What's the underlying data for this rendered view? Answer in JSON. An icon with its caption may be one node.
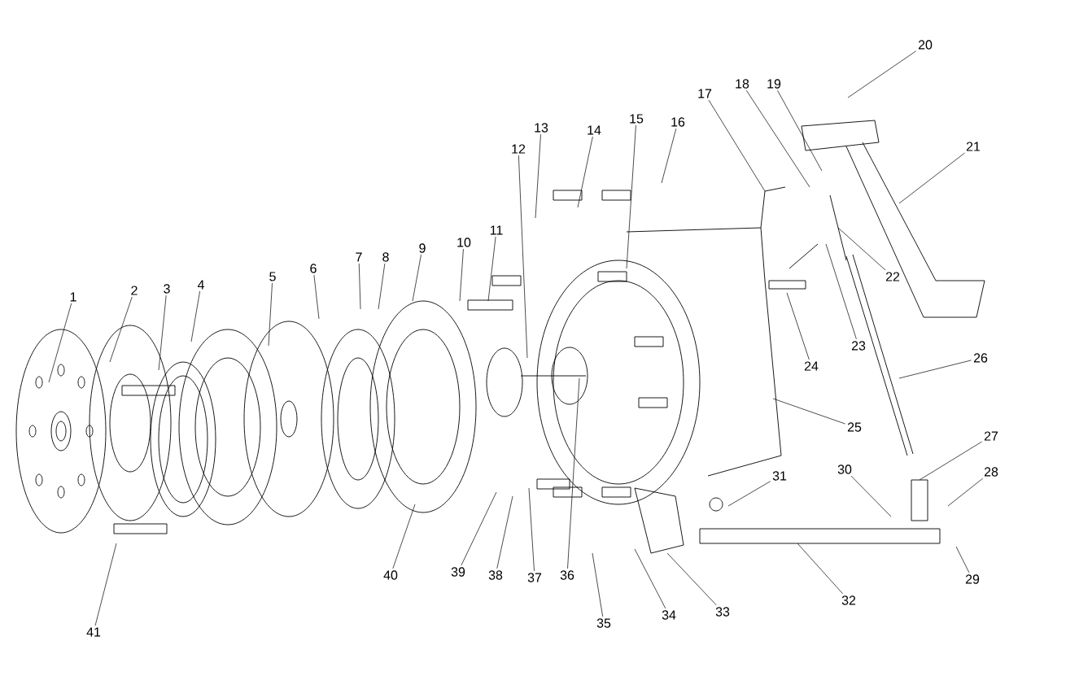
{
  "diagram": {
    "nodes": [
      {
        "text": [
          "1"
        ]
      },
      {
        "text": [
          "2"
        ]
      },
      {
        "text": [
          "3"
        ]
      },
      {
        "text": [
          "4"
        ]
      },
      {
        "text": [
          "5"
        ]
      },
      {
        "text": [
          "6"
        ]
      },
      {
        "text": [
          "7"
        ]
      },
      {
        "text": [
          "8"
        ]
      },
      {
        "text": [
          "9"
        ]
      },
      {
        "text": [
          "10"
        ]
      },
      {
        "text": [
          "11"
        ]
      },
      {
        "text": [
          "12"
        ]
      },
      {
        "text": [
          "13"
        ]
      },
      {
        "text": [
          "14"
        ]
      },
      {
        "text": [
          "15"
        ]
      },
      {
        "text": [
          "16"
        ]
      },
      {
        "text": [
          "17"
        ]
      },
      {
        "text": [
          "18"
        ]
      },
      {
        "text": [
          "19"
        ]
      },
      {
        "text": [
          "20"
        ]
      },
      {
        "text": [
          "21"
        ]
      },
      {
        "text": [
          "22"
        ]
      },
      {
        "text": [
          "23"
        ]
      },
      {
        "text": [
          "24"
        ]
      },
      {
        "text": [
          "25"
        ]
      },
      {
        "text": [
          "26"
        ]
      },
      {
        "text": [
          "27"
        ]
      },
      {
        "text": [
          "28"
        ]
      },
      {
        "text": [
          "29"
        ]
      },
      {
        "text": [
          "30"
        ]
      },
      {
        "text": [
          "31"
        ]
      },
      {
        "text": [
          "32"
        ]
      },
      {
        "text": [
          "33"
        ]
      },
      {
        "text": [
          "34"
        ]
      },
      {
        "text": [
          "35"
        ]
      },
      {
        "text": [
          "36"
        ]
      },
      {
        "text": [
          "37"
        ]
      },
      {
        "text": [
          "38"
        ]
      },
      {
        "text": [
          "39"
        ]
      },
      {
        "text": [
          "40"
        ]
      },
      {
        "text": [
          "41"
        ]
      }
    ],
    "edges": [
      {
        "from": 0,
        "to": null,
        "arrow": "none"
      },
      {
        "from": 1,
        "to": null,
        "arrow": "none"
      },
      {
        "from": 2,
        "to": null,
        "arrow": "none"
      },
      {
        "from": 3,
        "to": null,
        "arrow": "none"
      },
      {
        "from": 4,
        "to": null,
        "arrow": "none"
      },
      {
        "from": 5,
        "to": null,
        "arrow": "none"
      },
      {
        "from": 6,
        "to": null,
        "arrow": "none"
      },
      {
        "from": 7,
        "to": null,
        "arrow": "none"
      },
      {
        "from": 8,
        "to": null,
        "arrow": "none"
      },
      {
        "from": 9,
        "to": null,
        "arrow": "none"
      },
      {
        "from": 10,
        "to": null,
        "arrow": "none"
      },
      {
        "from": 11,
        "to": null,
        "arrow": "none"
      },
      {
        "from": 12,
        "to": null,
        "arrow": "none"
      },
      {
        "from": 13,
        "to": null,
        "arrow": "none"
      },
      {
        "from": 14,
        "to": null,
        "arrow": "none"
      },
      {
        "from": 15,
        "to": null,
        "arrow": "none"
      },
      {
        "from": 16,
        "to": null,
        "arrow": "none"
      },
      {
        "from": 17,
        "to": null,
        "arrow": "none"
      },
      {
        "from": 18,
        "to": null,
        "arrow": "none"
      },
      {
        "from": 19,
        "to": null,
        "arrow": "none"
      },
      {
        "from": 20,
        "to": null,
        "arrow": "none"
      },
      {
        "from": 21,
        "to": null,
        "arrow": "none"
      },
      {
        "from": 22,
        "to": null,
        "arrow": "none"
      },
      {
        "from": 23,
        "to": null,
        "arrow": "none"
      },
      {
        "from": 24,
        "to": null,
        "arrow": "none"
      },
      {
        "from": 25,
        "to": null,
        "arrow": "none"
      },
      {
        "from": 26,
        "to": null,
        "arrow": "none"
      },
      {
        "from": 27,
        "to": null,
        "arrow": "none"
      },
      {
        "from": 28,
        "to": null,
        "arrow": "none"
      },
      {
        "from": 29,
        "to": null,
        "arrow": "none"
      },
      {
        "from": 30,
        "to": null,
        "arrow": "none"
      },
      {
        "from": 31,
        "to": null,
        "arrow": "none"
      },
      {
        "from": 32,
        "to": null,
        "arrow": "none"
      },
      {
        "from": 33,
        "to": null,
        "arrow": "none"
      },
      {
        "from": 34,
        "to": null,
        "arrow": "none"
      },
      {
        "from": 35,
        "to": null,
        "arrow": "none"
      },
      {
        "from": 36,
        "to": null,
        "arrow": "none"
      },
      {
        "from": 37,
        "to": null,
        "arrow": "none"
      },
      {
        "from": 38,
        "to": null,
        "arrow": "none"
      },
      {
        "from": 39,
        "to": null,
        "arrow": "none"
      },
      {
        "from": 40,
        "to": null,
        "arrow": "none"
      }
    ]
  }
}
